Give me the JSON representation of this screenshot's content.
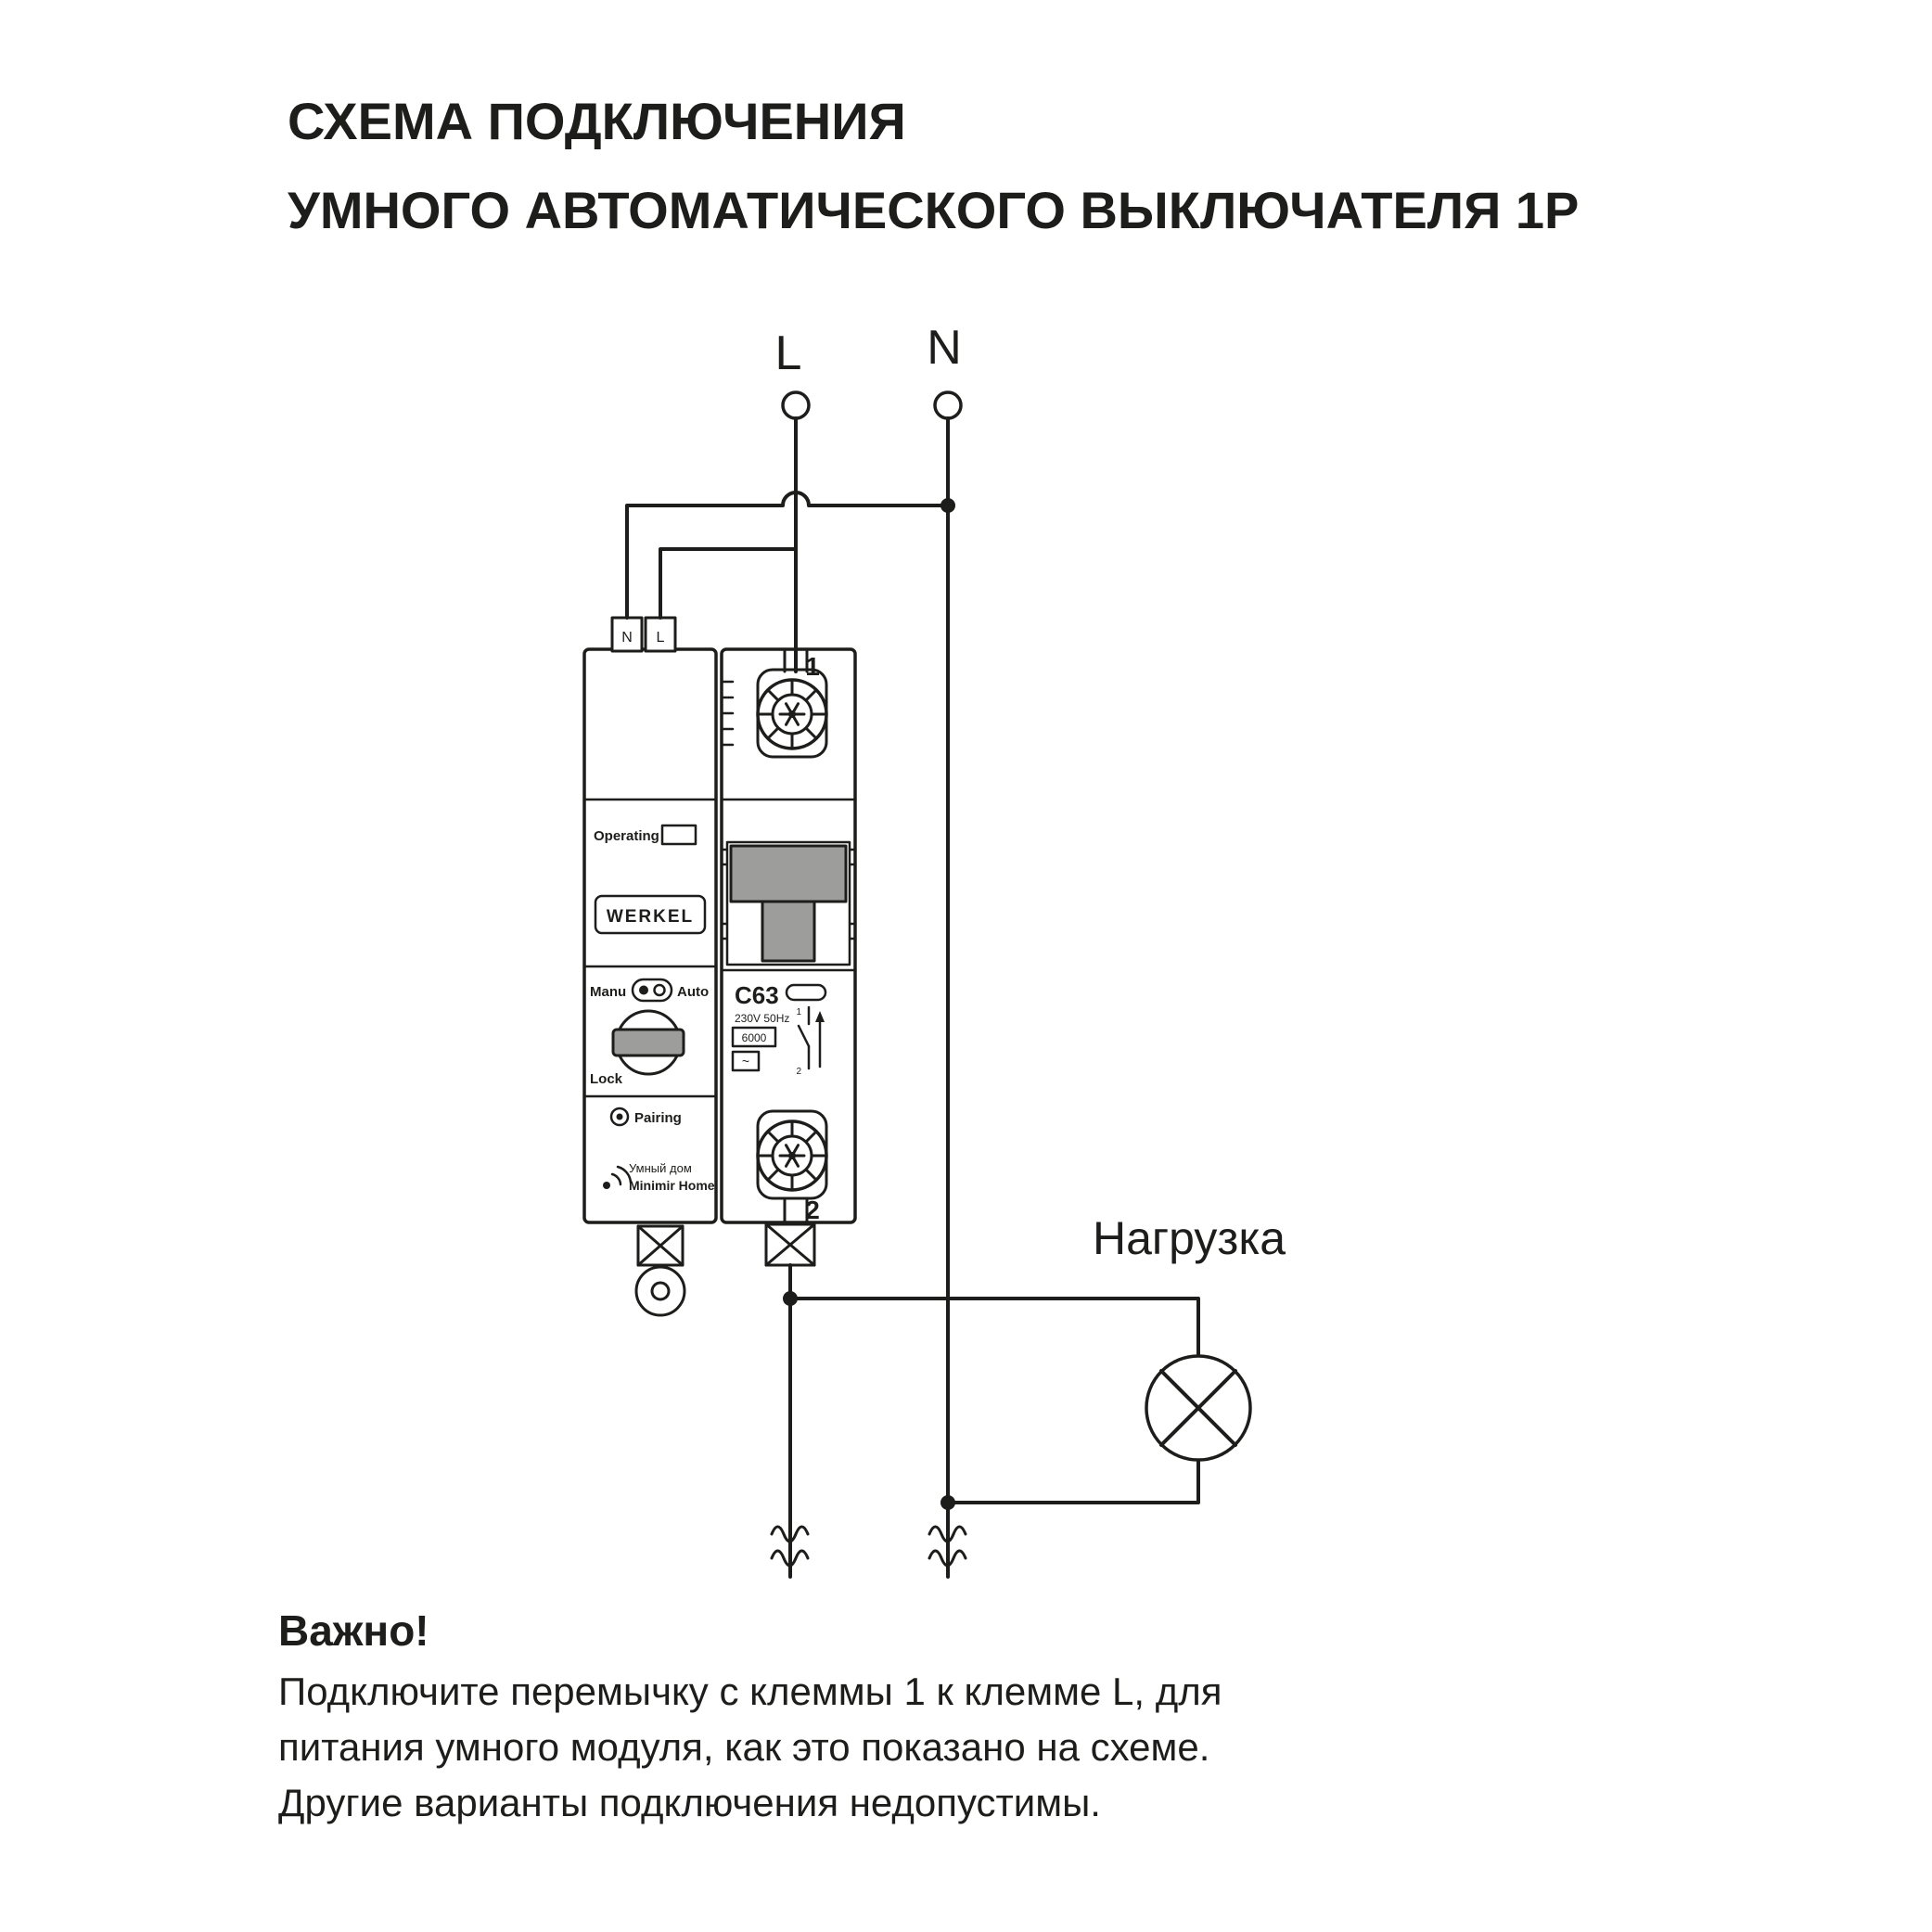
{
  "title": {
    "line1": "СХЕМА ПОДКЛЮЧЕНИЯ",
    "line2": "УМНОГО АВТОМАТИЧЕСКОГО ВЫКЛЮЧАТЕЛЯ 1P"
  },
  "terminals": {
    "l": "L",
    "n": "N",
    "in": "1",
    "out": "2",
    "module_n": "N",
    "module_l": "L"
  },
  "smart_module": {
    "operating": "Operating",
    "brand": "WERKEL",
    "manu": "Manu",
    "auto": "Auto",
    "lock": "Lock",
    "pairing": "Pairing",
    "smart_home": "Умный дом",
    "app": "Minimir Home"
  },
  "breaker": {
    "rating": "C63",
    "voltage": "230V 50Hz",
    "capacity": "6000",
    "wave": "~"
  },
  "load": {
    "label": "Нагрузка"
  },
  "note": {
    "heading": "Важно!",
    "line1": "Подключите перемычку с клеммы 1 к клемме L, для",
    "line2": "питания умного модуля, как это показано на схеме.",
    "line3": "Другие варианты подключения недопустимы."
  },
  "colors": {
    "ink": "#1d1d1b",
    "gray": "#9d9d9c"
  }
}
